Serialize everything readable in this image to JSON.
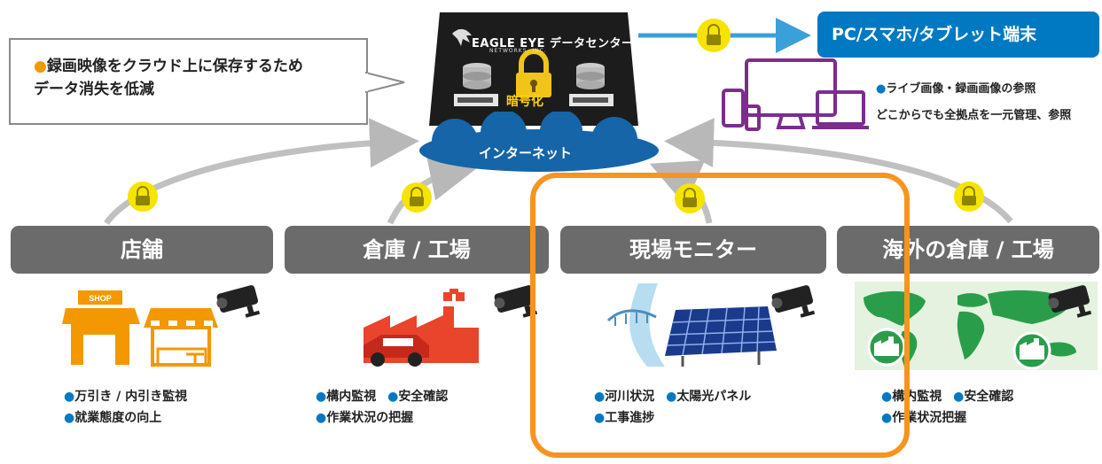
{
  "callout": {
    "line1": "録画映像をクラウド上に保存するため",
    "line2": "データ消失を低減",
    "bullet_color": "#f39800"
  },
  "datacenter": {
    "brand": "EAGLE EYE データセンター",
    "sub": "NETWORKS, INC.",
    "encryption_label": "暗号化"
  },
  "cloud": {
    "label": "インターネット"
  },
  "terminal": {
    "title": "PC/スマホ/タブレット端末",
    "line1": "ライブ画像・録画画像の参照",
    "line2": "どこからでも全拠点を一元管理、参照"
  },
  "categories": [
    {
      "label": "店舗",
      "bullets": [
        "万引き / 内引き監視",
        "就業態度の向上"
      ]
    },
    {
      "label": "倉庫 / 工場",
      "bullets_row1": [
        "構内監視",
        "安全確認"
      ],
      "bullets_row2": [
        "作業状況の把握"
      ]
    },
    {
      "label": "現場モニター",
      "bullets_row1": [
        "河川状況",
        "太陽光パネル"
      ],
      "bullets_row2": [
        "工事進捗"
      ]
    },
    {
      "label": "海外の倉庫 / 工場",
      "bullets_row1": [
        "構内監視",
        "安全確認"
      ],
      "bullets_row2": [
        "作業状況把握"
      ]
    }
  ],
  "shop_sign": "SHOP",
  "colors": {
    "brand_blue": "#0079c2",
    "cloud_blue": "#1565a8",
    "category_gray": "#6b6b6b",
    "highlight_orange": "#f7941d",
    "lock_yellow": "#f5e300",
    "icon_orange": "#f39800",
    "factory_red": "#e8452c",
    "map_green": "#2a9d4b",
    "device_purple": "#7b2d8e"
  }
}
